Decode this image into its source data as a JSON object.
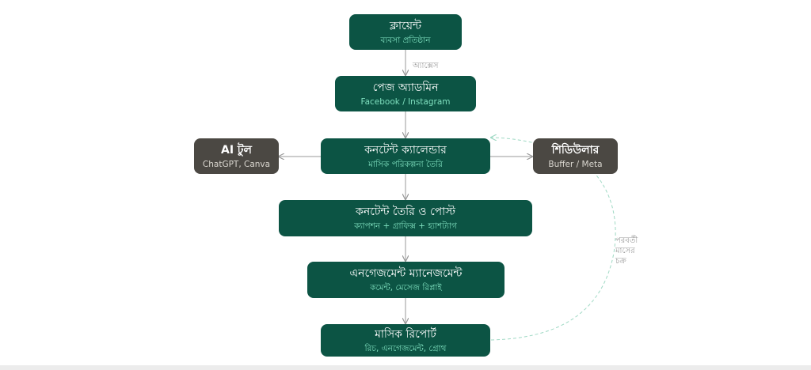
{
  "nodes": {
    "client": {
      "title": "ক্লায়েন্ট",
      "subtitle": "ব্যবসা প্রতিষ্ঠান"
    },
    "page_admin": {
      "title": "পেজ অ্যাডমিন",
      "subtitle": "Facebook / Instagram"
    },
    "calendar": {
      "title": "কনটেন্ট ক্যালেন্ডার",
      "subtitle": "মাসিক পরিকল্পনা তৈরি"
    },
    "ai_tool": {
      "title": "AI টুল",
      "subtitle": "ChatGPT, Canva"
    },
    "scheduler": {
      "title": "শিডিউলার",
      "subtitle": "Buffer / Meta"
    },
    "content": {
      "title": "কনটেন্ট তৈরি ও পোস্ট",
      "subtitle": "ক্যাপশন + গ্রাফিক্স + হ্যাশট্যাগ"
    },
    "engagement": {
      "title": "এনগেজমেন্ট ম্যানেজমেন্ট",
      "subtitle": "কমেন্ট, মেসেজ রিপ্লাই"
    },
    "report": {
      "title": "মাসিক রিপোর্ট",
      "subtitle": "রিচ, এনগেজমেন্ট, গ্রোথ"
    }
  },
  "edges": {
    "access_label": "অ্যাক্সেস",
    "next_cycle_label": [
      "পরবর্তী",
      "মাসের",
      "চক্র"
    ]
  },
  "colors": {
    "node_green": "#0c5444",
    "node_dark": "#4b4843",
    "subtitle_green": "#7fe0bf",
    "arrow": "#9a9a9a",
    "loop_dashed": "#9fd9c4"
  }
}
